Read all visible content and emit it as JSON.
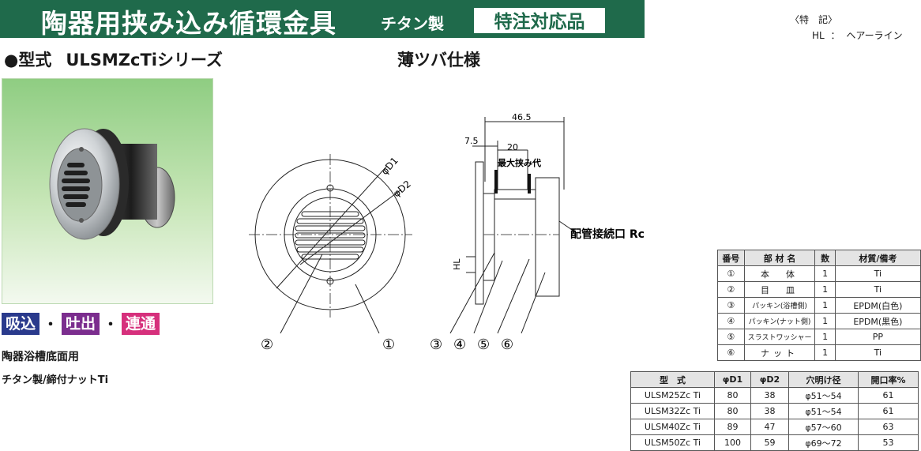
{
  "header": {
    "title": "陶器用挟み込み循環金具",
    "subtitle": "チタン製",
    "badge": "特注対応品"
  },
  "notes": {
    "title": "〈特　記〉",
    "abbr": "HL",
    "colon": "：",
    "meaning": "ヘアーライン"
  },
  "model": {
    "bullet": "●型式",
    "series": "ULSMZcTiシリーズ"
  },
  "drawing_title": "薄ツバ仕様",
  "tags": [
    "吸込",
    "吐出",
    "連通"
  ],
  "separator": "・",
  "usage": "陶器浴槽底面用",
  "material_note": "チタン製/締付ナットTi",
  "drawing_labels": {
    "phi_d1": "φD1",
    "phi_d2": "φD2",
    "dim_total": "46.5",
    "dim_left": "7.5",
    "dim_clamp": "20",
    "clamp_label": "最大挟み代",
    "hl": "HL",
    "pipe_connection": "配管接続口 Rc",
    "front_callouts": [
      "②",
      "①"
    ],
    "side_callouts": [
      "③",
      "④",
      "⑤",
      "⑥"
    ]
  },
  "parts_table": {
    "headers": [
      "番号",
      "部 材 名",
      "数",
      "材質/備考"
    ],
    "rows": [
      [
        "①",
        "本　体",
        "1",
        "Ti"
      ],
      [
        "②",
        "目　皿",
        "1",
        "Ti"
      ],
      [
        "③",
        "パッキン(浴槽側)",
        "1",
        "EPDM(白色)"
      ],
      [
        "④",
        "パッキン(ナット側)",
        "1",
        "EPDM(黒色)"
      ],
      [
        "⑤",
        "スラストワッシャー",
        "1",
        "PP"
      ],
      [
        "⑥",
        "ナット",
        "1",
        "Ti"
      ]
    ]
  },
  "dims_table": {
    "headers": [
      "型　式",
      "φD1",
      "φD2",
      "穴明け径",
      "開口率%"
    ],
    "rows": [
      [
        "ULSM25Zc Ti",
        "80",
        "38",
        "φ51～54",
        "61"
      ],
      [
        "ULSM32Zc Ti",
        "80",
        "38",
        "φ51～54",
        "61"
      ],
      [
        "ULSM40Zc Ti",
        "89",
        "47",
        "φ57～60",
        "63"
      ],
      [
        "ULSM50Zc Ti",
        "100",
        "59",
        "φ69～72",
        "53"
      ]
    ]
  },
  "colors": {
    "banner": "#1f6a4b",
    "tag_suction": "#2a3a8c",
    "tag_discharge": "#7b2d8e",
    "tag_connect": "#d6307c"
  }
}
